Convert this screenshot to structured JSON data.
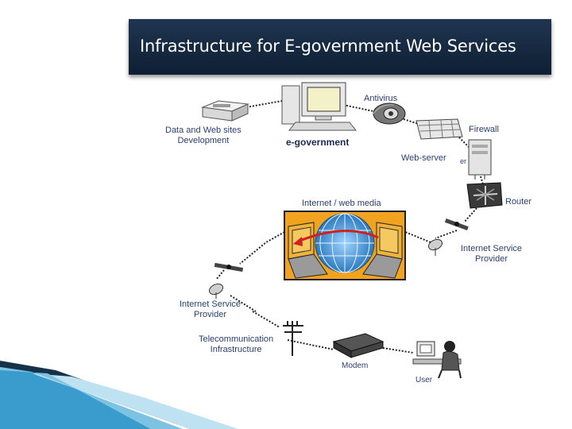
{
  "slide": {
    "title": "Infrastructure for E-government Web Services"
  },
  "diagram": {
    "labels": {
      "data_web_dev": [
        "Data and Web sites",
        "Development"
      ],
      "egov": "e-government",
      "antivirus": "Antivirus",
      "firewall": "Firewall",
      "web_server": "Web-server",
      "server_partial": "er",
      "router": "Router",
      "internet_media": "Internet / web media",
      "isp_right": [
        "Internet Service",
        "Provider"
      ],
      "isp_left": [
        "Internet Service",
        "Provider"
      ],
      "telecom": [
        "Telecommunication",
        "Infrastructure"
      ],
      "modem": "Modem",
      "user": "User"
    }
  },
  "colors": {
    "title_bar": "#16293f",
    "label_text": "#2a3f6e",
    "globe_blue": "#3a86c8",
    "laptop_orange": "#f0a020",
    "arrow_red": "#d02020",
    "corner_blue": "#2a8fc0"
  }
}
